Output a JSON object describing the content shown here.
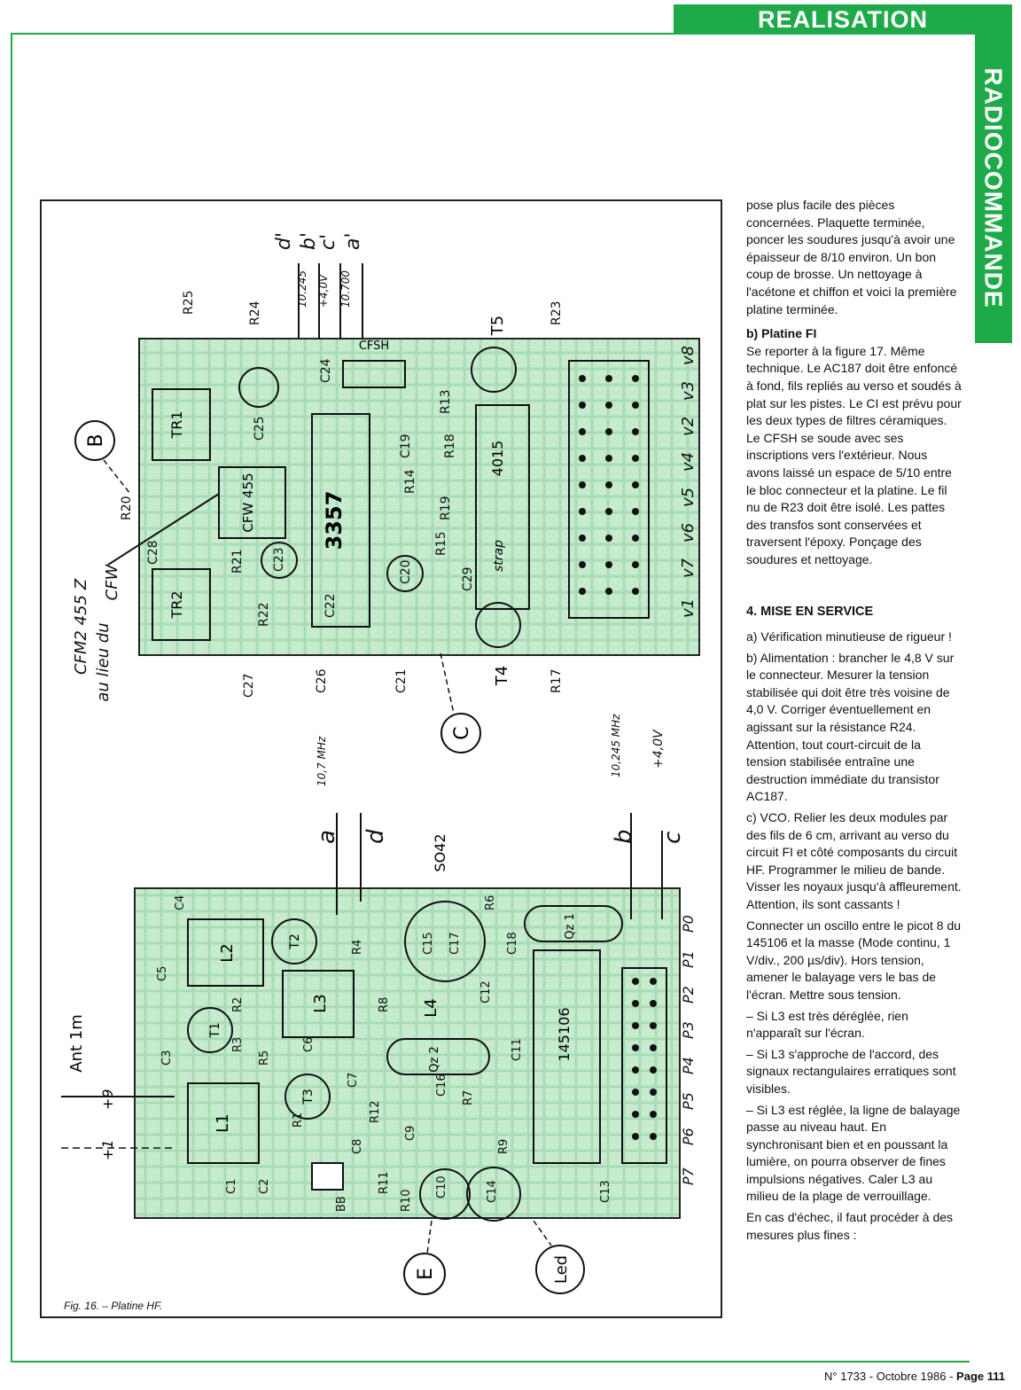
{
  "header": {
    "banner": "REALISATION",
    "section": "RADIOCOMMANDE"
  },
  "figure": {
    "caption": "Fig. 16. – Platine HF.",
    "fi_board": {
      "chips": [
        "3357",
        "4015"
      ],
      "filter_block": "CFW 455",
      "cfsh": "CFSH",
      "transformers": [
        "TR1",
        "TR2"
      ],
      "strap": "strap",
      "transistors": [
        "T5",
        "T4"
      ],
      "parts": [
        "R25",
        "R24",
        "R23",
        "R20",
        "R21",
        "R22",
        "R13",
        "R14",
        "R15",
        "R17",
        "R18",
        "R19",
        "C24",
        "C25",
        "C23",
        "C22",
        "C28",
        "C26",
        "C27",
        "C21",
        "C19",
        "C20",
        "C29"
      ],
      "outputs": [
        "v1",
        "v7",
        "v6",
        "v5",
        "v4",
        "v2",
        "v3",
        "v8"
      ],
      "top_labels": [
        "d'",
        "b'",
        "c'",
        "a'"
      ],
      "freq_labels": [
        "10.245",
        "+4,0V",
        "10.700"
      ],
      "note_cfm": "CFM2 455 Z",
      "note_au_lieu": "au lieu du",
      "note_cfw": "CFW",
      "mark_B": "B",
      "mark_C": "C"
    },
    "hf_board": {
      "chip": "145106",
      "so42": "SO42",
      "crystals": [
        "Qz 1",
        "Qz 2"
      ],
      "coils": [
        "L1",
        "L2",
        "L3",
        "L4"
      ],
      "transistors": [
        "T1",
        "T2",
        "T3"
      ],
      "parts": [
        "C1",
        "C2",
        "C3",
        "C4",
        "C5",
        "C6",
        "C7",
        "C8",
        "C9",
        "C10",
        "C11",
        "C12",
        "C13",
        "C14",
        "C15",
        "C16",
        "C17",
        "C18",
        "R1",
        "R2",
        "R3",
        "R4",
        "R5",
        "R6",
        "R7",
        "R8",
        "R9",
        "R10",
        "R11",
        "R12",
        "BB"
      ],
      "outputs": [
        "P7",
        "P6",
        "P5",
        "P4",
        "P3",
        "P2",
        "P1",
        "P0"
      ],
      "top_labels": [
        "a",
        "d",
        "b",
        "c"
      ],
      "freq_a": "10,7 MHz",
      "freq_b": "10,245 MHz",
      "volt_c": "+4,0V",
      "ant": "Ant 1m",
      "pins": [
        "+9",
        "+1"
      ],
      "mark_E": "E",
      "mark_led": "Led"
    }
  },
  "text": {
    "p1": "pose plus facile des pièces concernées. Plaquette terminée, poncer les soudures jusqu'à avoir une épaisseur de 8/10 environ. Un bon coup de brosse. Un nettoyage à l'acétone et chiffon et voici la première platine terminée.",
    "fi_title": "b) Platine FI",
    "fi_body": "Se reporter à la figure 17. Même technique. Le AC187 doit être enfoncé à fond, fils repliés au verso et soudés à plat sur les pistes. Le CI est prévu pour les deux types de filtres céramiques. Le CFSH se soude avec ses inscriptions vers l'extérieur. Nous avons laissé un espace de 5/10 entre le bloc connecteur et la platine. Le fil nu de R23 doit être isolé. Les pattes des transfos sont conservées et traversent l'époxy. Ponçage des soudures et nettoyage.",
    "section_title": "4. MISE EN SERVICE",
    "a": "a) Vérification minutieuse de rigueur !",
    "b": "b) Alimentation : brancher le 4,8 V sur le connecteur. Mesurer la tension stabilisée qui doit être très voisine de 4,0 V. Corriger éventuellement en agissant sur la résistance R24. Attention, tout court-circuit de la tension stabilisée entraîne une destruction immédiate du transistor AC187.",
    "c1": "c) VCO. Relier les deux modules par des fils de 6 cm, arrivant au verso du circuit FI et côté composants du circuit HF. Programmer le milieu de bande. Visser les noyaux jusqu'à affleurement. Attention, ils sont cassants !",
    "c2": "Connecter un oscillo entre le picot 8 du 145106 et la masse (Mode continu, 1 V/div., 200 µs/div). Hors tension, amener le balayage vers le bas de l'écran. Mettre sous tension.",
    "d1": "– Si L3 est très déréglée, rien n'apparaît sur l'écran.",
    "d2": "– Si L3 s'approche de l'accord, des signaux rectangulaires erratiques sont visibles.",
    "d3": "– Si L3 est réglée, la ligne de balayage passe au niveau haut. En synchronisant bien et en poussant la lumière, on pourra observer de fines impulsions négatives. Caler L3 au milieu de la plage de verrouillage.",
    "d4": "En cas d'échec, il faut procéder à des mesures plus fines :"
  },
  "footer": {
    "issue": "N° 1733",
    "date": "- Octobre 1986 -",
    "page": "Page 111"
  },
  "colors": {
    "accent": "#1faa4a",
    "pcb": "#bfe7c8"
  }
}
